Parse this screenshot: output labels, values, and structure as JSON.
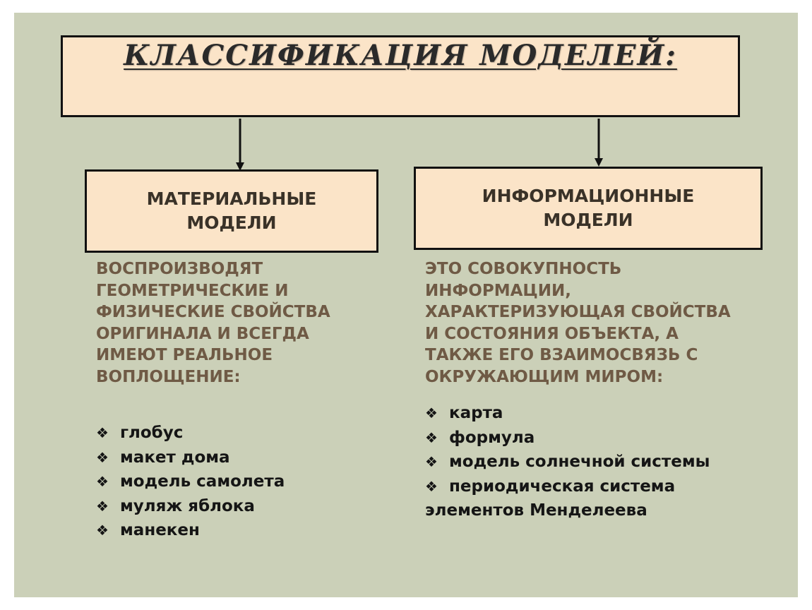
{
  "title": "КЛАССИФИКАЦИЯ МОДЕЛЕЙ:",
  "left": {
    "heading_line1": "МАТЕРИАЛЬНЫЕ",
    "heading_line2": "МОДЕЛИ",
    "description": "ВОСПРОИЗВОДЯТ\nГЕОМЕТРИЧЕСКИЕ И\nФИЗИЧЕСКИЕ СВОЙСТВА\nОРИГИНАЛА И ВСЕГДА\nИМЕЮТ РЕАЛЬНОЕ\nВОПЛОЩЕНИЕ:",
    "items": [
      "глобус",
      "макет дома",
      "модель самолета",
      "муляж яблока",
      "манекен"
    ]
  },
  "right": {
    "heading_line1": "ИНФОРМАЦИОННЫЕ",
    "heading_line2": "МОДЕЛИ",
    "description": " ЭТО СОВОКУПНОСТЬ\nИНФОРМАЦИИ,\nХАРАКТЕРИЗУЮЩАЯ СВОЙСТВА\nИ СОСТОЯНИЯ ОБЪЕКТА,  А\nТАКЖЕ ЕГО ВЗАИМОСВЯЗЬ С\nОКРУЖАЮЩИМ МИРОМ:",
    "items": [
      "карта",
      "формула",
      "модель солнечной системы",
      "периодическая система элементов Менделеева"
    ]
  },
  "bullet_symbol": "❖",
  "colors": {
    "background": "#cbd0b8",
    "box_fill": "#fbe4c8",
    "description_text": "#6f5a45",
    "list_text": "#151515"
  }
}
